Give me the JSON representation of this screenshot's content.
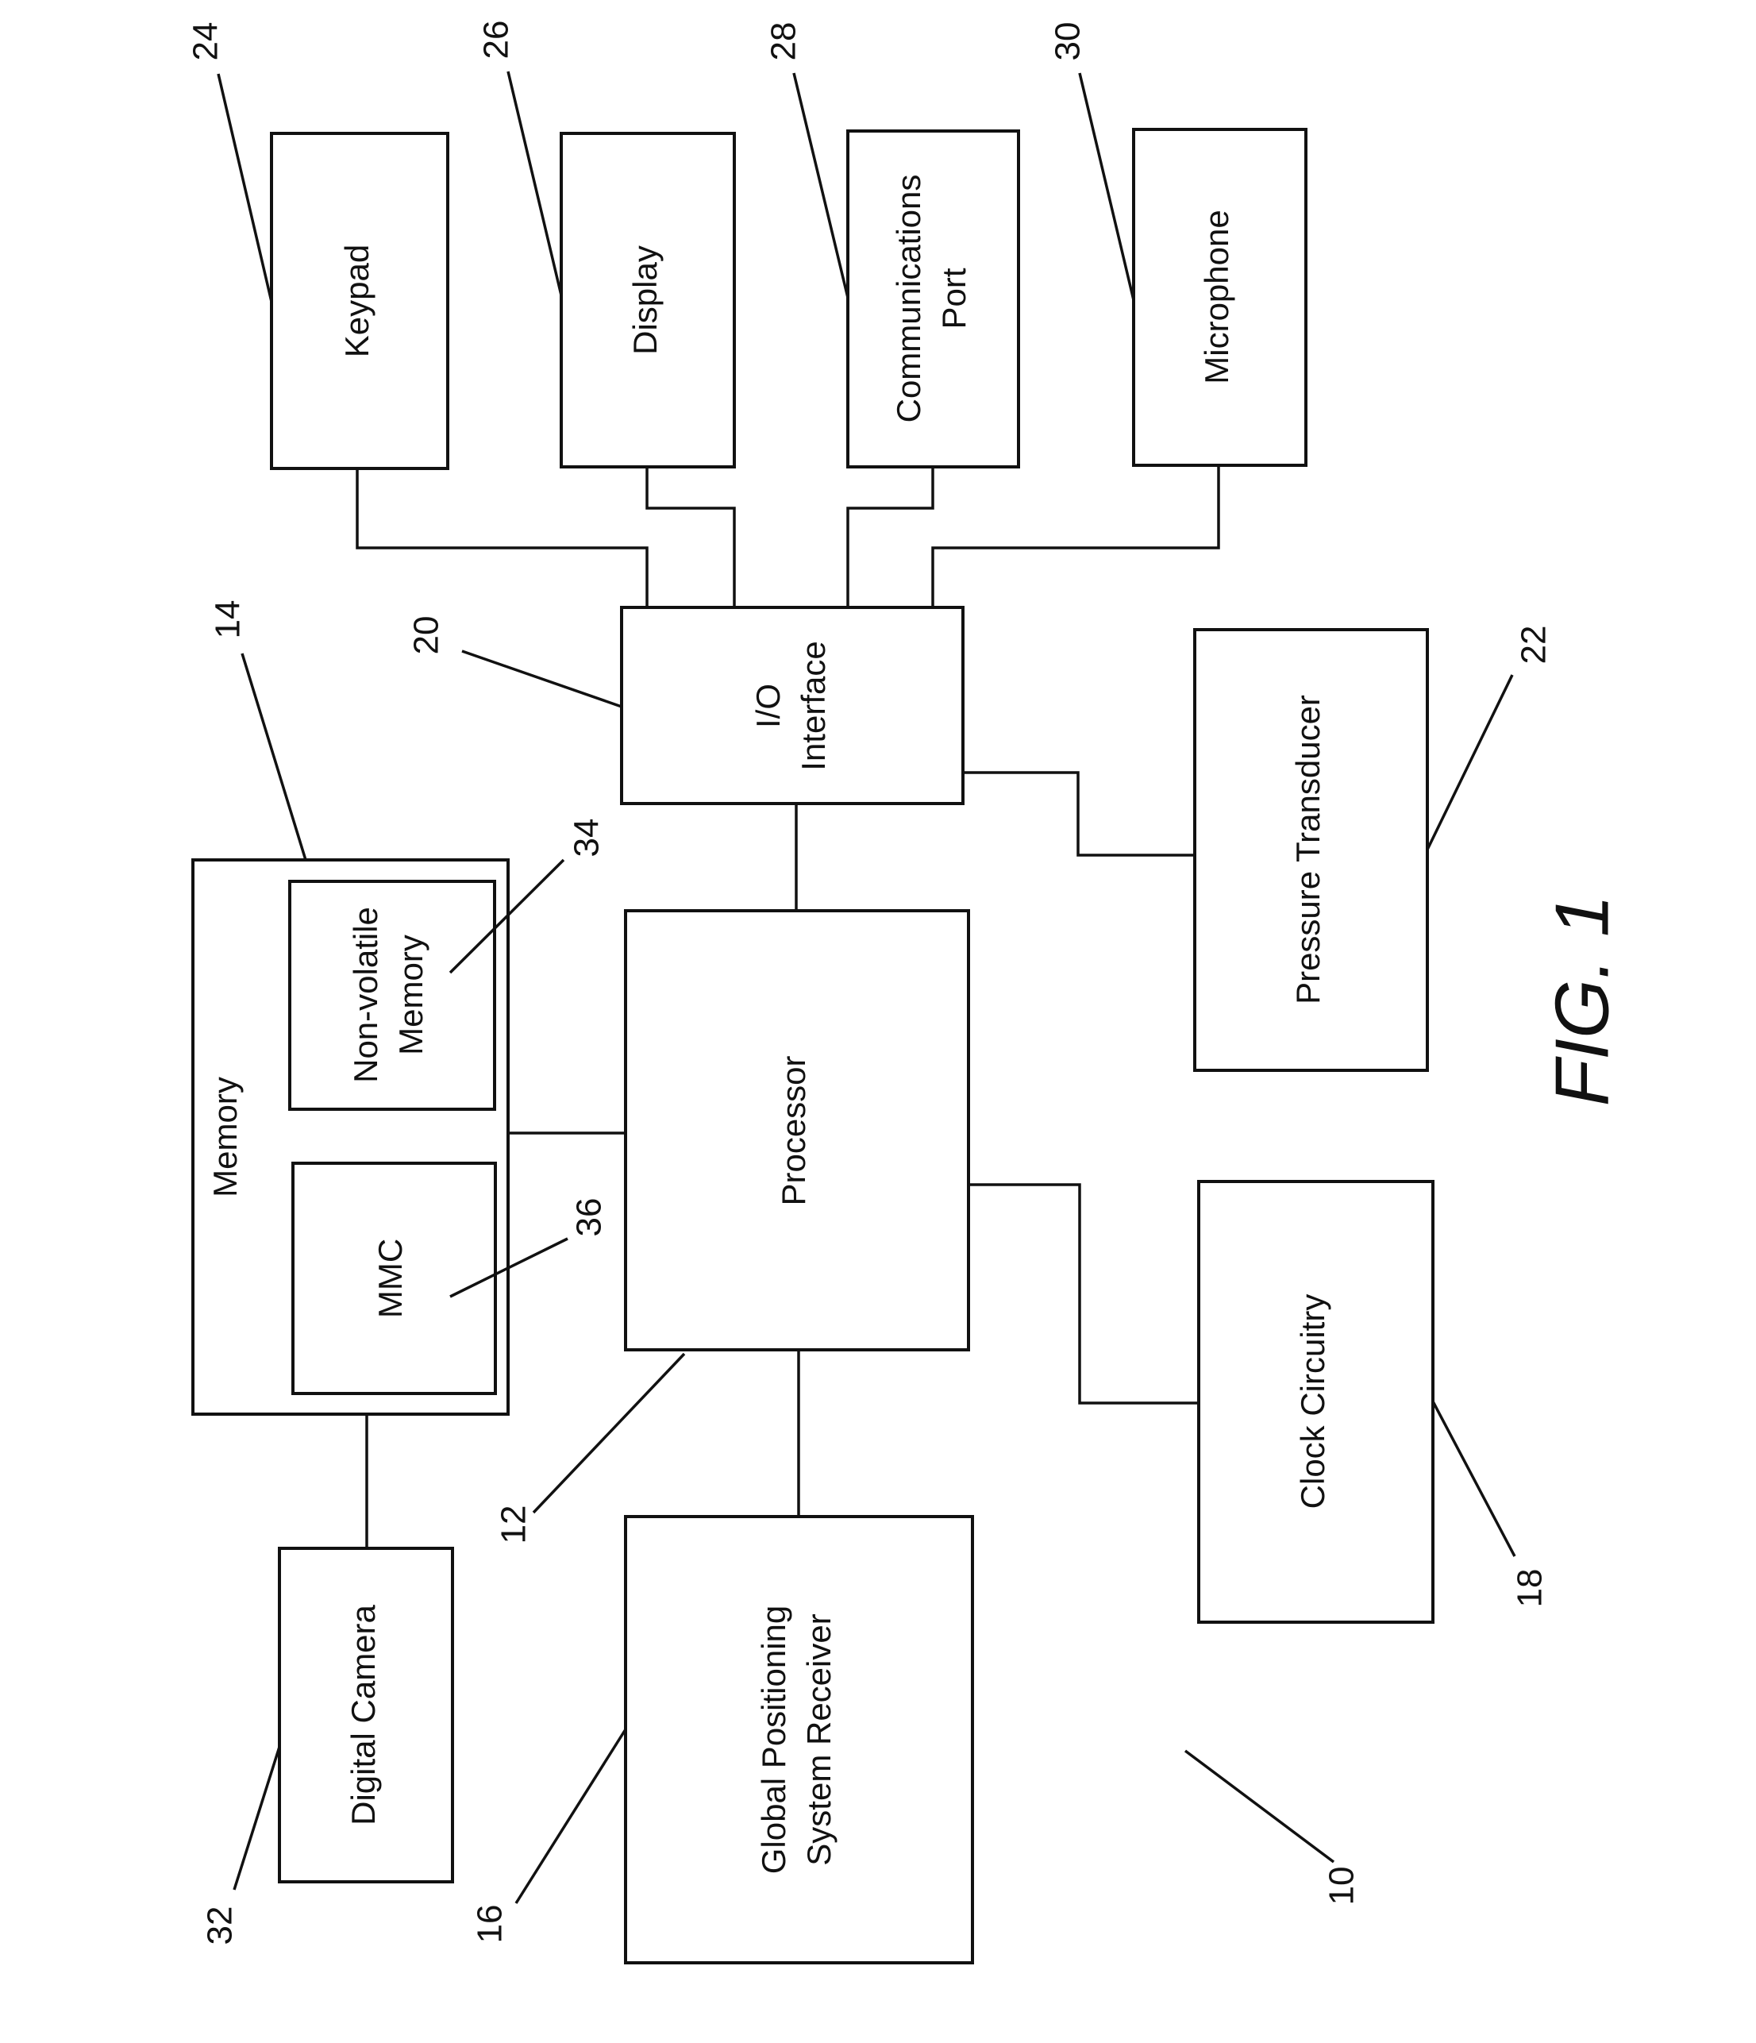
{
  "figure_label": "FIG. 1",
  "blocks": {
    "keypad": "Keypad",
    "display": "Display",
    "comm_port_line1": "Communications",
    "comm_port_line2": "Port",
    "microphone": "Microphone",
    "io_line1": "I/O",
    "io_line2": "Interface",
    "pressure_transducer": "Pressure Transducer",
    "memory": "Memory",
    "nonvolatile_line1": "Non-volatile",
    "nonvolatile_line2": "Memory",
    "mmc": "MMC",
    "processor": "Processor",
    "clock_circuitry": "Clock Circuitry",
    "digital_camera": "Digital Camera",
    "gps_line1": "Global Positioning",
    "gps_line2": "System Receiver"
  },
  "refs": {
    "keypad": "24",
    "display": "26",
    "comm_port": "28",
    "microphone": "30",
    "memory": "14",
    "io": "20",
    "pressure_transducer": "22",
    "nonvolatile": "34",
    "mmc": "36",
    "processor": "12",
    "clock_circuitry": "18",
    "digital_camera": "32",
    "gps": "16",
    "device": "10"
  }
}
